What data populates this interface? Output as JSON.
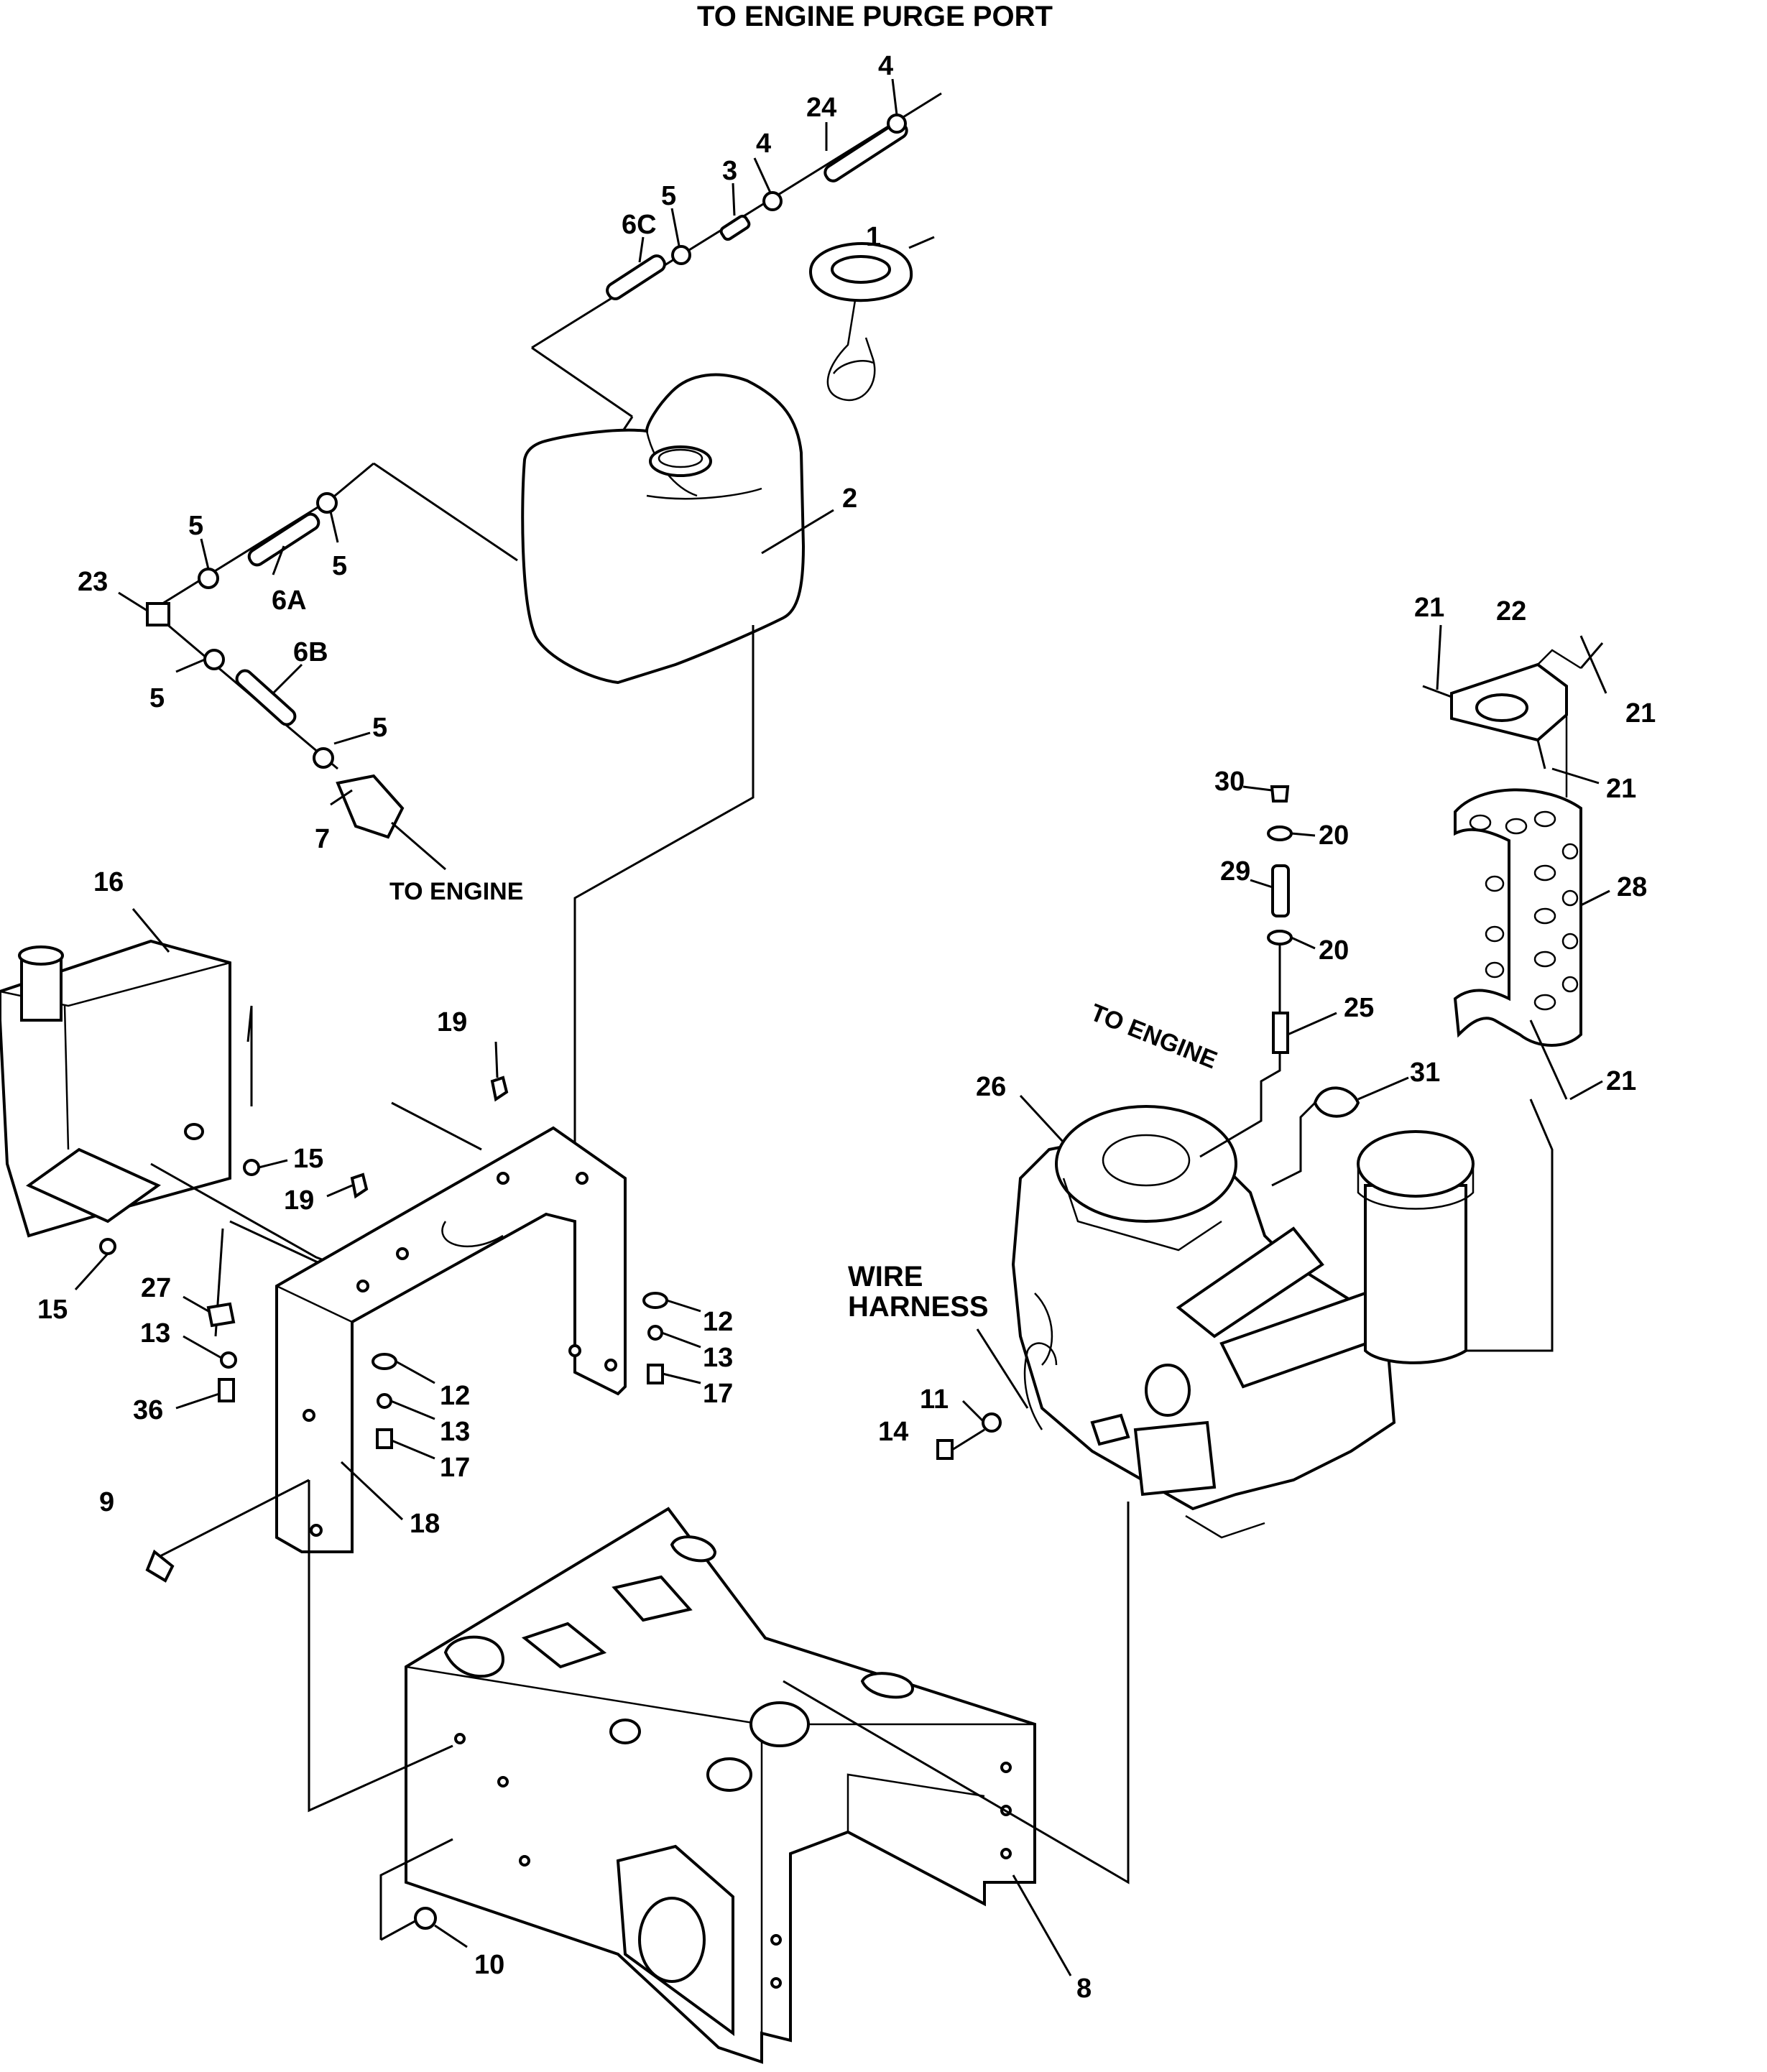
{
  "notes": {
    "purge_port": "TO ENGINE PURGE PORT",
    "to_engine_filter": "TO ENGINE",
    "to_engine_fitting": "TO ENGINE",
    "wire_harness_1": "WIRE",
    "wire_harness_2": "HARNESS"
  },
  "callouts": {
    "c1": "1",
    "c2": "2",
    "c3": "3",
    "c4a": "4",
    "c4b": "4",
    "c5a": "5",
    "c5b": "5",
    "c5c": "5",
    "c5d": "5",
    "c5e": "5",
    "c6a": "6A",
    "c6b": "6B",
    "c6c": "6C",
    "c7": "7",
    "c8": "8",
    "c9": "9",
    "c10": "10",
    "c11": "11",
    "c12a": "12",
    "c12b": "12",
    "c13a": "13",
    "c13b": "13",
    "c13c": "13",
    "c14": "14",
    "c15a": "15",
    "c15b": "15",
    "c16": "16",
    "c17a": "17",
    "c17b": "17",
    "c18": "18",
    "c19a": "19",
    "c19b": "19",
    "c20a": "20",
    "c20b": "20",
    "c21a": "21",
    "c21b": "21",
    "c21c": "21",
    "c21d": "21",
    "c22": "22",
    "c23": "23",
    "c24": "24",
    "c25": "25",
    "c26": "26",
    "c27": "27",
    "c28": "28",
    "c29": "29",
    "c30": "30",
    "c31": "31",
    "c36": "36"
  }
}
